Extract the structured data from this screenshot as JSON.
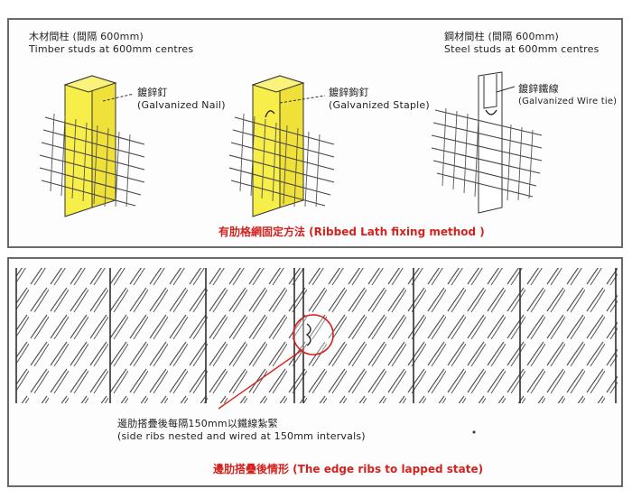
{
  "top_panel": {
    "timber": {
      "zh": "木材間柱 (間隔 600mm)",
      "en": "Timber studs at 600mm centres"
    },
    "nail": {
      "zh": "鍍鋅釘",
      "en": "(Galvanized Nail)"
    },
    "staple": {
      "zh": "鍍鋅鉤釘",
      "en": "(Galvanized Staple)"
    },
    "steel": {
      "zh": "鋼材間柱 (間隔 600mm)",
      "en": "Steel studs at 600mm centres"
    },
    "wire_tie": {
      "zh": "鍍鋅鐵線",
      "en": "(Galvanized Wire tie)"
    },
    "caption": "有肋格網固定方法 (Ribbed Lath fixing method )"
  },
  "bottom_panel": {
    "note_zh": "邊肋搭疊後每隔150mm以鐵線紮緊",
    "note_en": "(side ribs nested and wired at 150mm intervals)",
    "caption": "邊肋搭疊後情形 (The edge ribs to lapped state)"
  },
  "colors": {
    "stud_yellow": "#f7ee4a",
    "caption_red": "#d4231f",
    "line": "#333333"
  }
}
